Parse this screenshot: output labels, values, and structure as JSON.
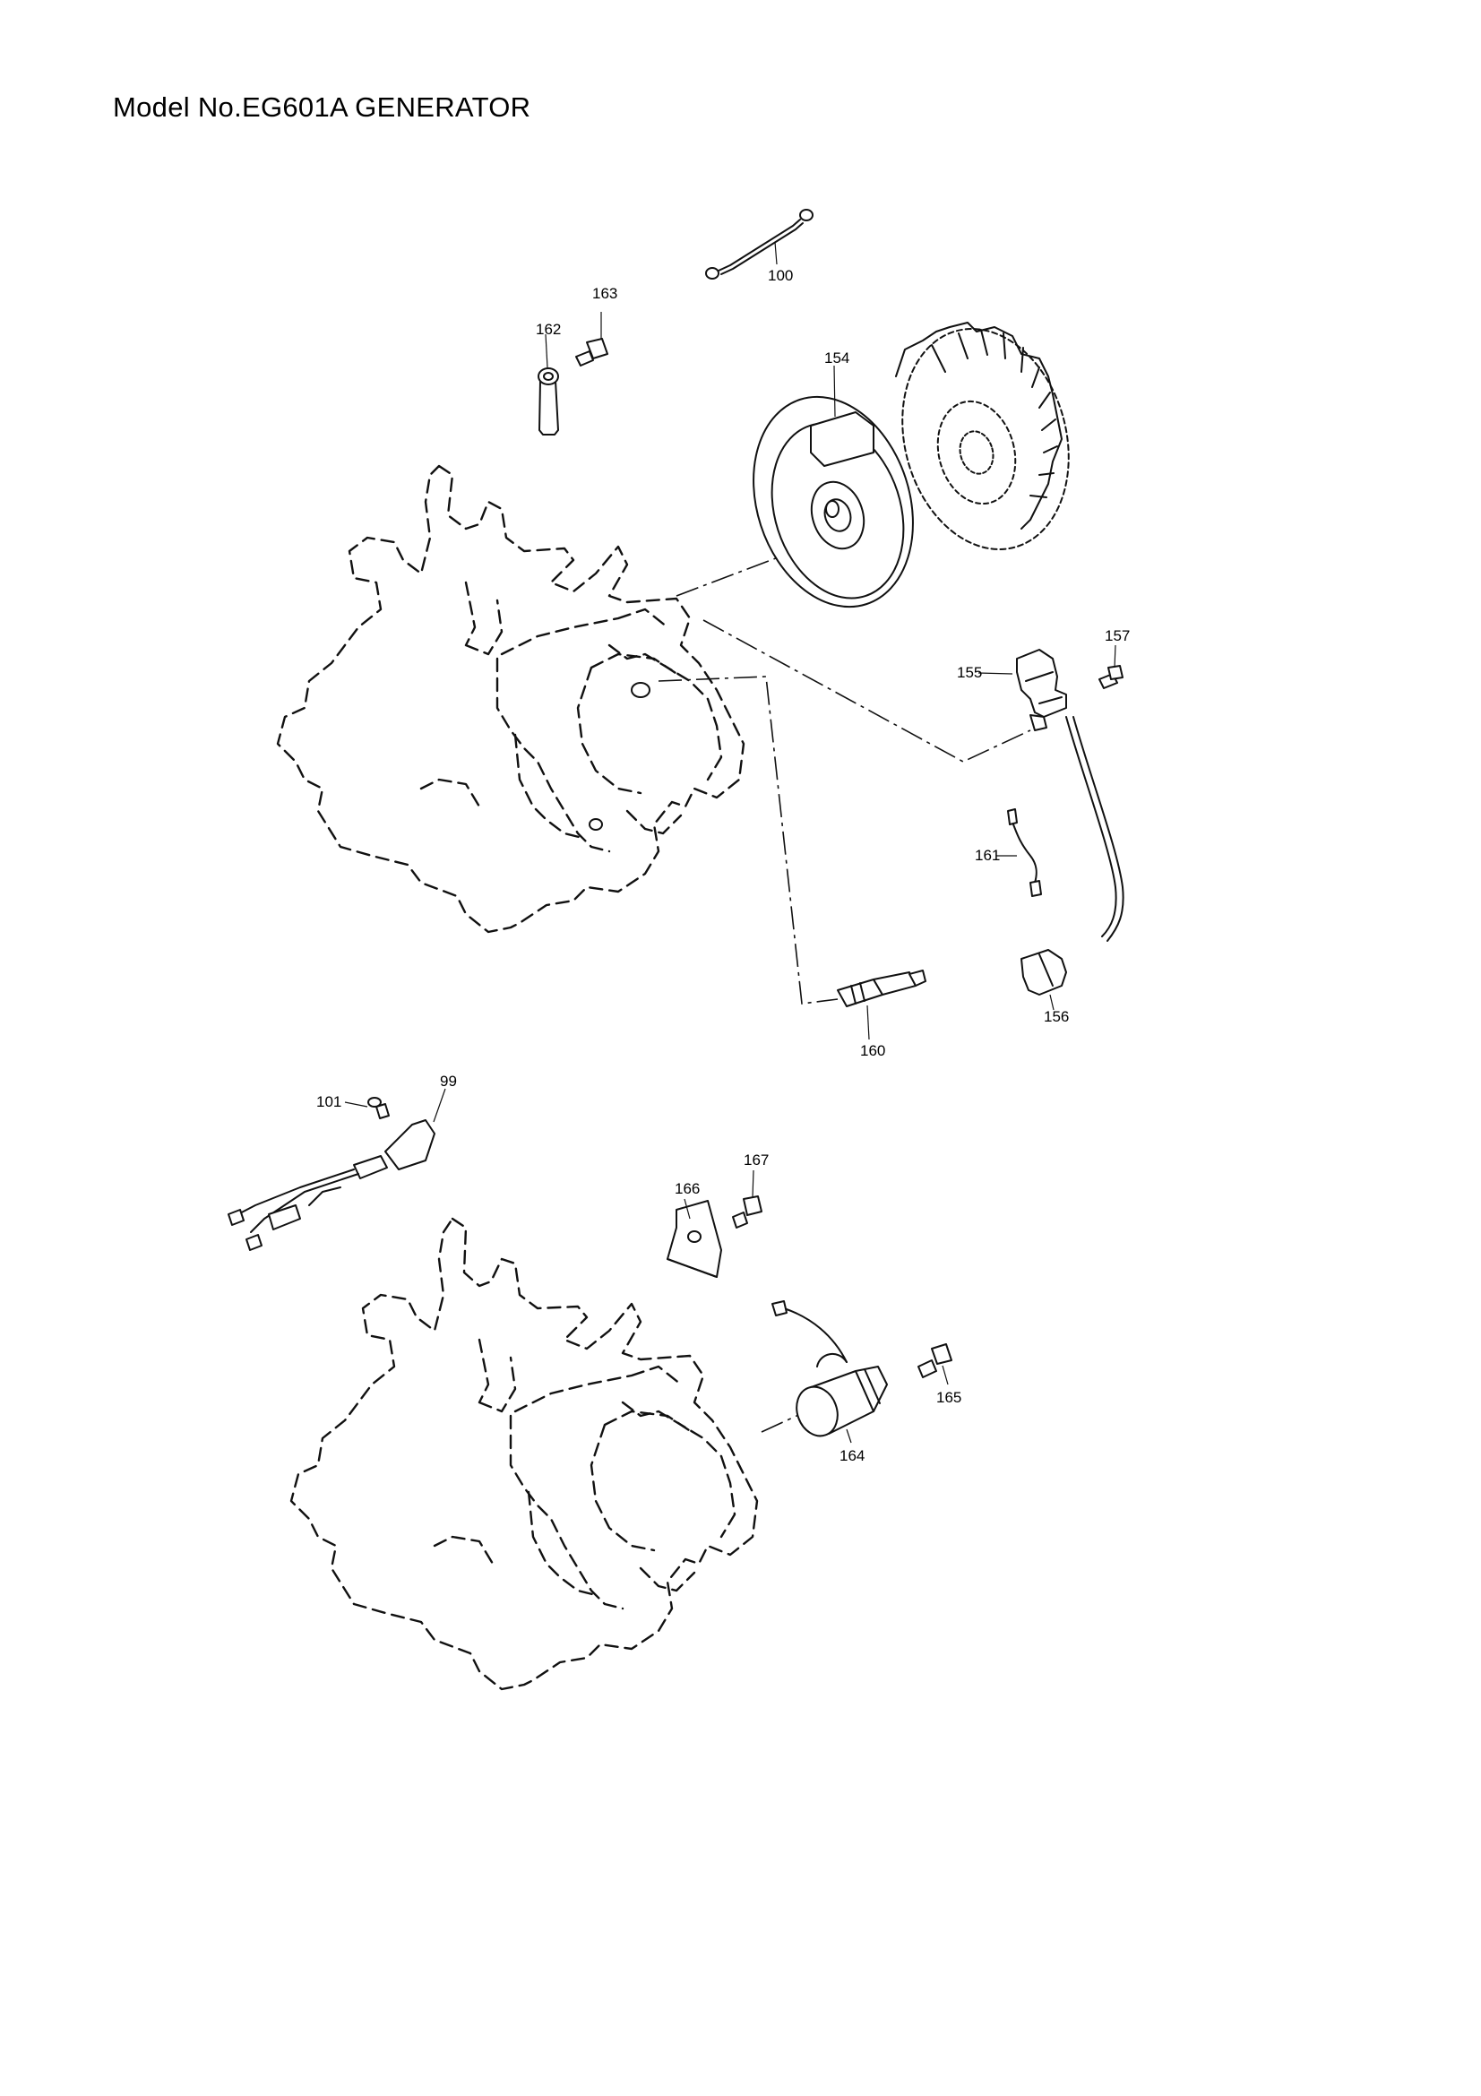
{
  "title": "Model No.EG601A GENERATOR",
  "part_labels": {
    "p100": "100",
    "p162": "162",
    "p163": "163",
    "p154": "154",
    "p157": "157",
    "p155": "155",
    "p161": "161",
    "p156": "156",
    "p160": "160",
    "p101": "101",
    "p99": "99",
    "p167": "167",
    "p166": "166",
    "p165": "165",
    "p164": "164"
  }
}
